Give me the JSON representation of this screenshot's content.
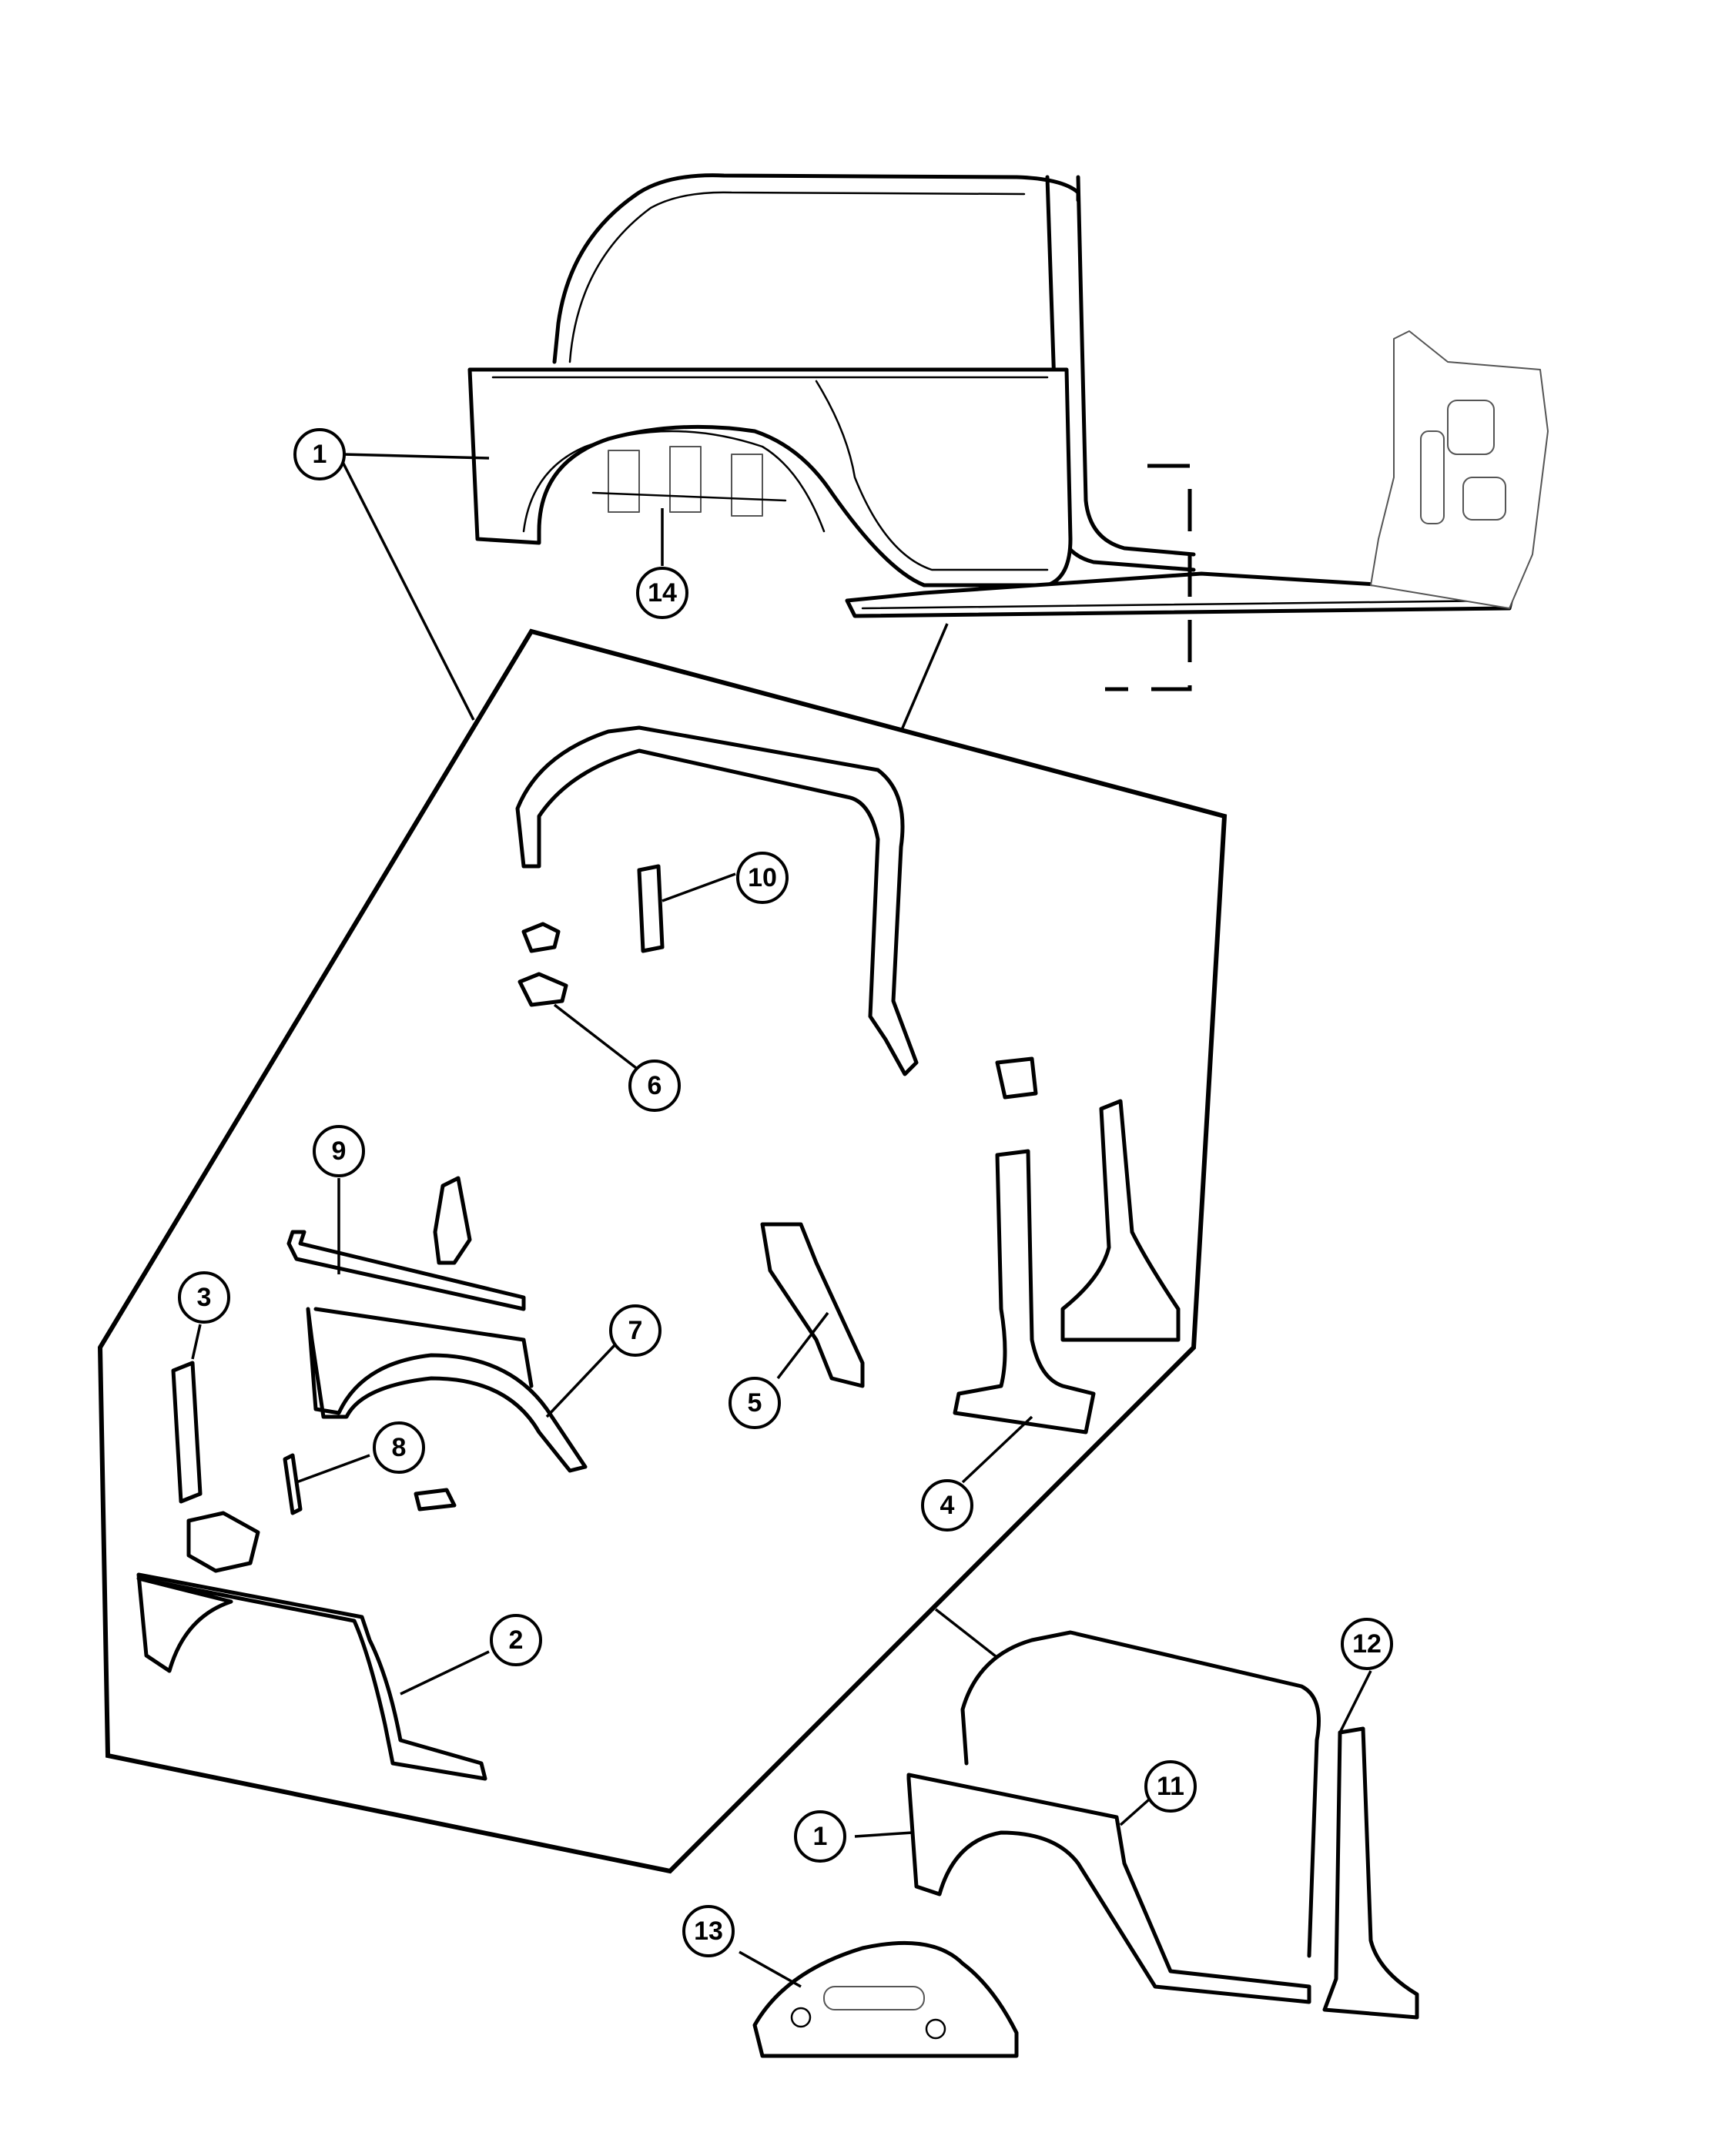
{
  "diagram": {
    "callouts": [
      {
        "id": "c1a",
        "label": "1"
      },
      {
        "id": "c14",
        "label": "14"
      },
      {
        "id": "c10",
        "label": "10"
      },
      {
        "id": "c6",
        "label": "6"
      },
      {
        "id": "c9",
        "label": "9"
      },
      {
        "id": "c3",
        "label": "3"
      },
      {
        "id": "c7",
        "label": "7"
      },
      {
        "id": "c8",
        "label": "8"
      },
      {
        "id": "c5",
        "label": "5"
      },
      {
        "id": "c4",
        "label": "4"
      },
      {
        "id": "c2",
        "label": "2"
      },
      {
        "id": "c12",
        "label": "12"
      },
      {
        "id": "c11",
        "label": "11"
      },
      {
        "id": "c1b",
        "label": "1"
      },
      {
        "id": "c13",
        "label": "13"
      }
    ]
  }
}
